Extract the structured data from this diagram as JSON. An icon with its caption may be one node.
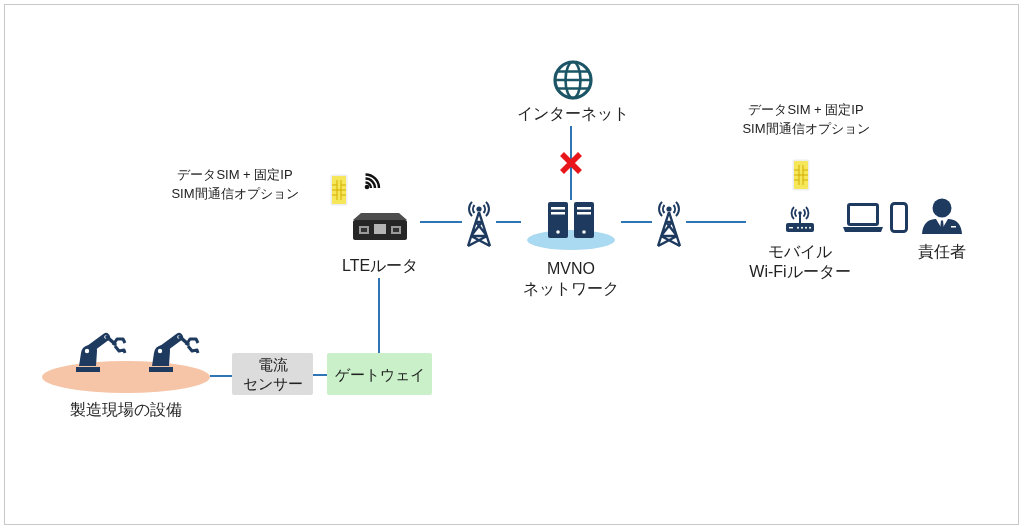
{
  "diagram": {
    "nodes": [
      {
        "text": [
          "製造現場の設備"
        ]
      },
      {
        "text": [
          "電流センサー"
        ]
      },
      {
        "text": [
          "ゲートウェイ"
        ]
      },
      {
        "text": [
          "LTEルータ"
        ]
      },
      {
        "text": [],
        "shape": "picture"
      },
      {
        "text": [
          "MVNO ネットワーク"
        ]
      },
      {
        "text": [
          "インターネット"
        ]
      },
      {
        "text": [],
        "shape": "picture"
      },
      {
        "text": [
          "モバイル Wi-Fiルーター"
        ]
      },
      {
        "text": [
          "責任者"
        ]
      }
    ],
    "edges": [
      {
        "from": 0,
        "to": 1,
        "arrow": "none"
      },
      {
        "from": 1,
        "to": 2,
        "arrow": "none"
      },
      {
        "from": 2,
        "to": 3,
        "arrow": "none"
      },
      {
        "from": 3,
        "to": 4,
        "arrow": "none"
      },
      {
        "from": 4,
        "to": 5,
        "arrow": "none"
      },
      {
        "from": 5,
        "to": 6,
        "arrow": "none"
      },
      {
        "from": 5,
        "to": 7,
        "arrow": "none"
      },
      {
        "from": 7,
        "to": 8,
        "arrow": "none"
      }
    ],
    "labels": [
      "データSIM + 固定IP SIM間通信オプション",
      "データSIM + 固定IP SIM間通信オプション"
    ]
  }
}
